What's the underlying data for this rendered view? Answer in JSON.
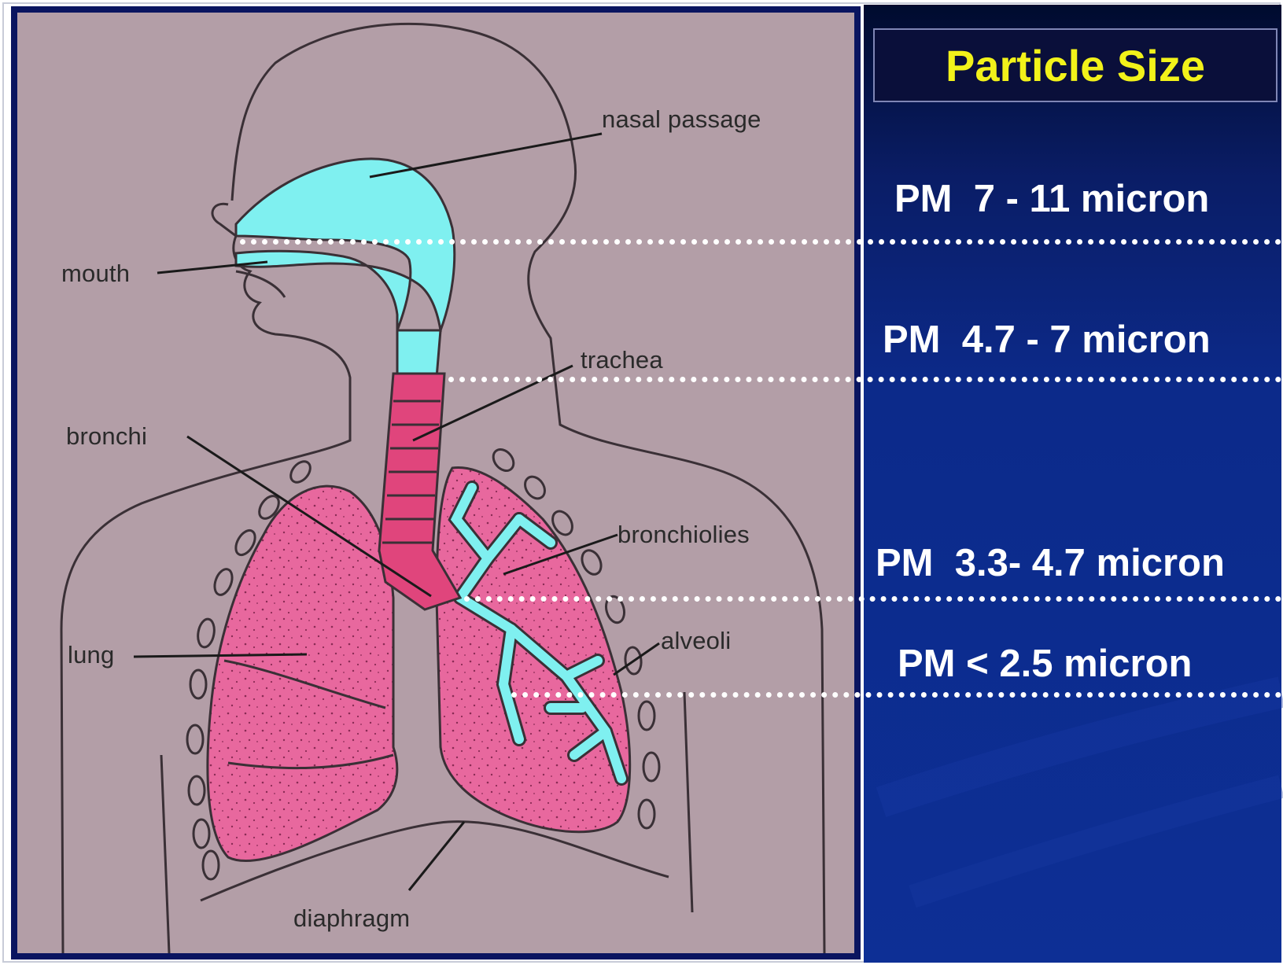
{
  "title": "Particle Size",
  "labels": {
    "nasal_passage": "nasal passage",
    "mouth": "mouth",
    "trachea": "trachea",
    "bronchi": "bronchi",
    "bronchioles": "bronchiolies",
    "lung": "lung",
    "alveoli": "alveoli",
    "diaphragm": "diaphragm"
  },
  "particle_ranges": [
    {
      "label": "PM  7 - 11 micron"
    },
    {
      "label": "PM  4.7 - 7 micron"
    },
    {
      "label": "PM  3.3- 4.7 micron"
    },
    {
      "label": "PM < 2.5 micron"
    }
  ],
  "colors": {
    "diagram_background": "#b39ea7",
    "panel_background": "#0d2a8c",
    "airway": "#7ff0f0",
    "lung": "#e8689e",
    "trachea": "#e0457c",
    "title_text": "#f2f21a",
    "frame_border": "#0a1560"
  }
}
